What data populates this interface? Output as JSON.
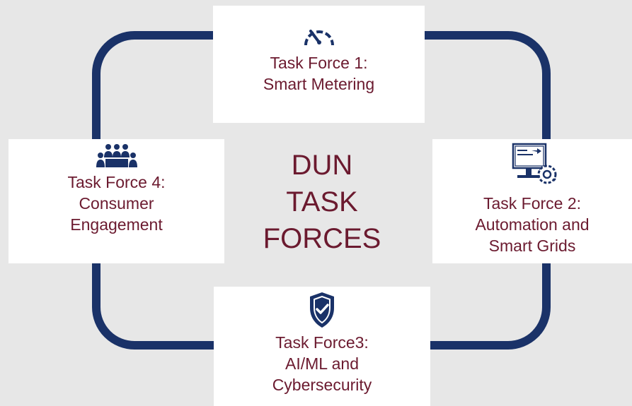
{
  "colors": {
    "loop": "#1a3268",
    "text": "#6b1a2f",
    "card": "#ffffff",
    "background": "#e7e7e7"
  },
  "center": {
    "line1": "DUN",
    "line2": "TASK",
    "line3": "FORCES"
  },
  "task_forces": [
    {
      "icon": "speedometer-icon",
      "line1": "Task Force 1:",
      "line2": "Smart Metering"
    },
    {
      "icon": "computer-gear-icon",
      "line1": "Task Force 2:",
      "line2": "Automation and",
      "line3": "Smart Grids"
    },
    {
      "icon": "shield-check-icon",
      "line1": "Task Force3:",
      "line2": "AI/ML and",
      "line3": "Cybersecurity"
    },
    {
      "icon": "people-group-icon",
      "line1": "Task Force 4:",
      "line2": "Consumer",
      "line3": "Engagement"
    }
  ]
}
